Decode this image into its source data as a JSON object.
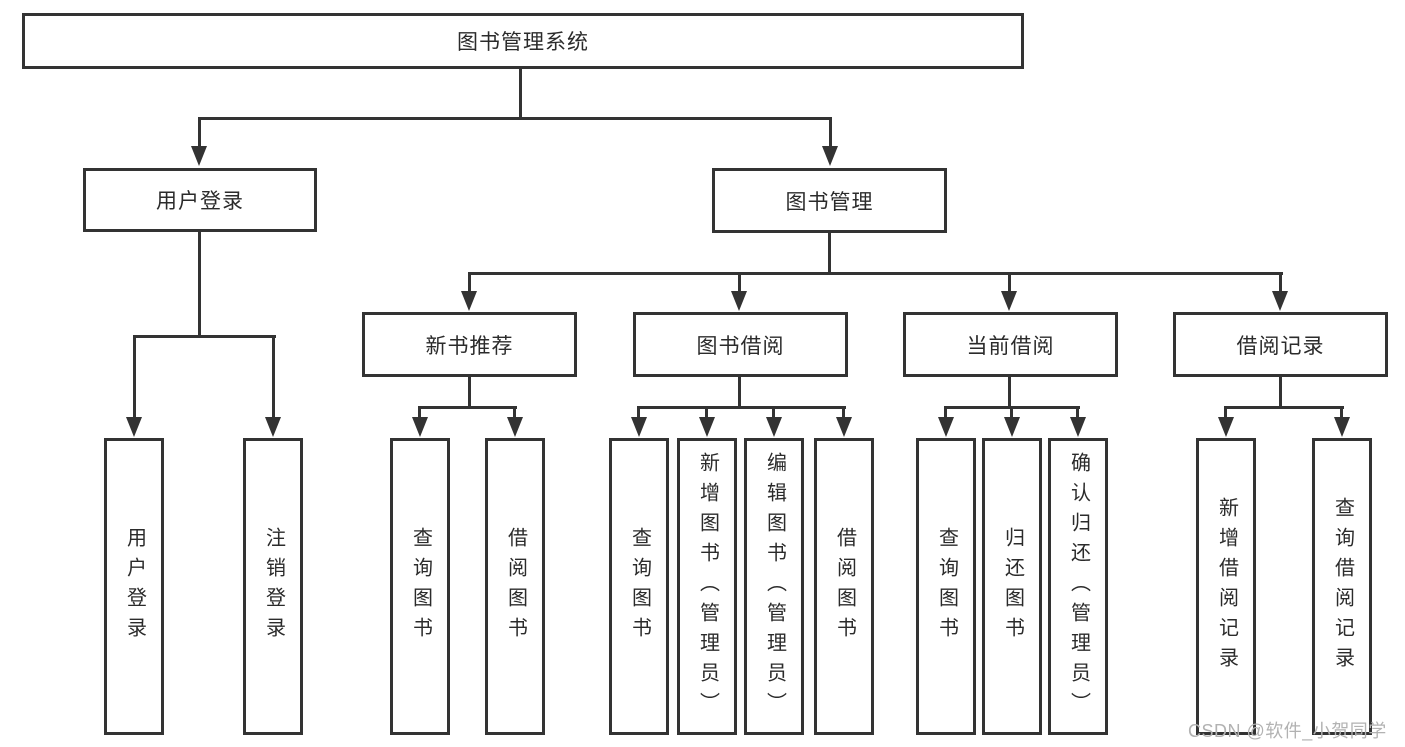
{
  "tree": {
    "root": "图书管理系统",
    "children": [
      {
        "label": "用户登录",
        "children": [
          "用户登录",
          "注销登录"
        ]
      },
      {
        "label": "图书管理",
        "children": [
          {
            "label": "新书推荐",
            "children": [
              "查询图书",
              "借阅图书"
            ]
          },
          {
            "label": "图书借阅",
            "children": [
              "查询图书",
              "新增图书（管理员）",
              "编辑图书（管理员）",
              "借阅图书"
            ]
          },
          {
            "label": "当前借阅",
            "children": [
              "查询图书",
              "归还图书",
              "确认归还（管理员）"
            ]
          },
          {
            "label": "借阅记录",
            "children": [
              "新增借阅记录",
              "查询借阅记录"
            ]
          }
        ]
      }
    ]
  },
  "colors": {
    "line": "#333333",
    "text": "#2b2b2b",
    "watermark": "#b2b2b2",
    "background": "#ffffff"
  },
  "watermark": "CSDN @软件_小贺同学"
}
